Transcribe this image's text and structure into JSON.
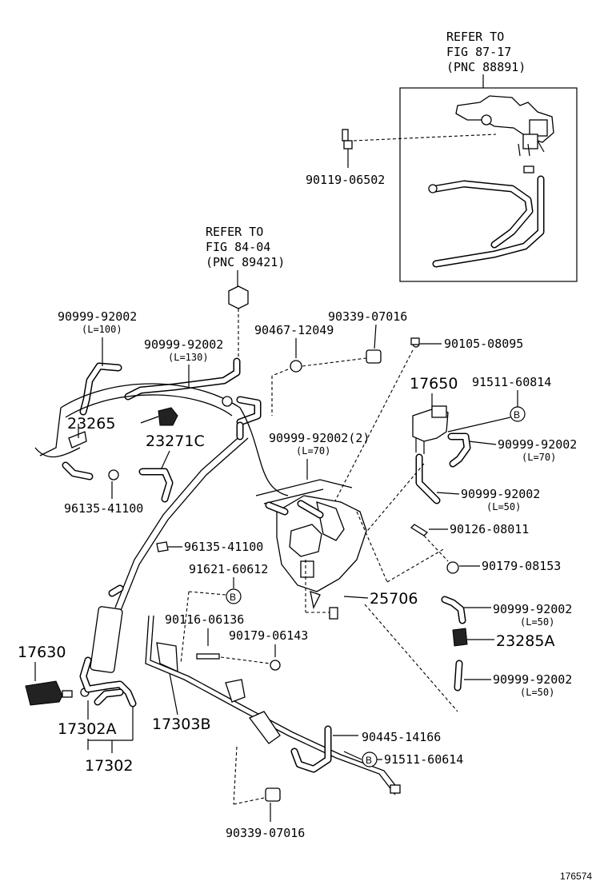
{
  "refer_top_right": {
    "line1": "REFER TO",
    "line2": "FIG 87-17",
    "line3": "(PNC 88891)"
  },
  "refer_mid": {
    "line1": "REFER TO",
    "line2": "FIG 84-04",
    "line3": "(PNC 89421)"
  },
  "labels": {
    "p90119_06502": "90119-06502",
    "p90999_92002_a": "90999-92002",
    "p90999_92002_a_len": "(L=100)",
    "p90999_92002_b": "90999-92002",
    "p90999_92002_b_len": "(L=130)",
    "p90339_07016_top": "90339-07016",
    "p90467_12049": "90467-12049",
    "p90105_08095": "90105-08095",
    "p17650": "17650",
    "p91511_60814": "91511-60814",
    "p23265": "23265",
    "p23271C": "23271C",
    "p90999_92002_2": "90999-92002(2)",
    "p90999_92002_2_len": "(L=70)",
    "p90999_92002_c": "90999-92002",
    "p90999_92002_c_len": "(L=70)",
    "p96135_41100_a": "96135-41100",
    "p90999_92002_d": "90999-92002",
    "p90999_92002_d_len": "(L=50)",
    "p96135_41100_b": "96135-41100",
    "p90126_08011": "90126-08011",
    "p91621_60612": "91621-60612",
    "p90179_08153": "90179-08153",
    "p25706": "25706",
    "p90116_06136": "90116-06136",
    "p90999_92002_e": "90999-92002",
    "p90999_92002_e_len": "(L=50)",
    "p17630": "17630",
    "p90179_06143": "90179-06143",
    "p23285A": "23285A",
    "p90999_92002_f": "90999-92002",
    "p90999_92002_f_len": "(L=50)",
    "p17302A": "17302A",
    "p17303B": "17303B",
    "p90445_14166": "90445-14166",
    "p91511_60614": "91511-60614",
    "p17302": "17302",
    "p90339_07016_bottom": "90339-07016",
    "circle_b": "B",
    "illustration_id": "176574"
  }
}
